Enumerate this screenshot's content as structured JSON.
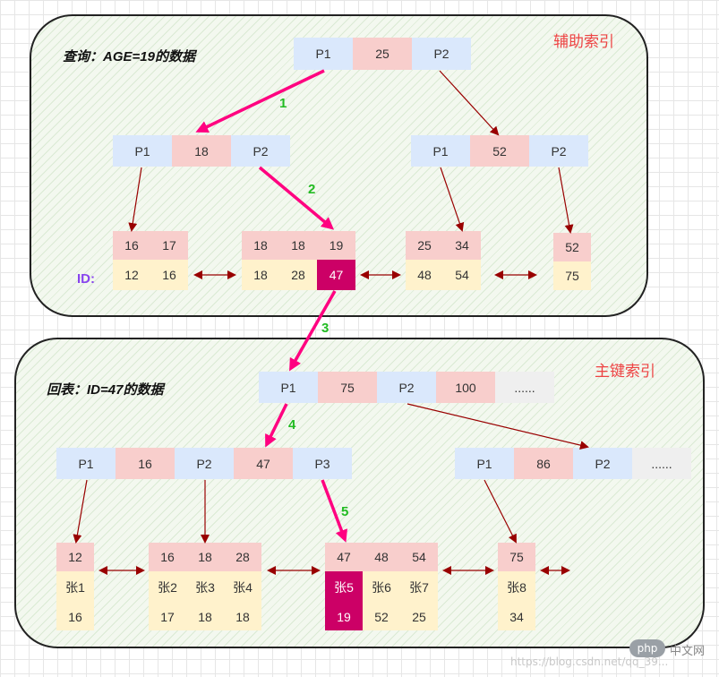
{
  "secondary": {
    "label": "辅助索引",
    "title": "查询：AGE=19的数据",
    "id_label": "ID:",
    "root": [
      "P1",
      "25",
      "P2"
    ],
    "level1_left": [
      "P1",
      "18",
      "P2"
    ],
    "level1_right": [
      "P1",
      "52",
      "P2"
    ],
    "leaves": [
      {
        "keys": [
          "16",
          "17"
        ],
        "ids": [
          "12",
          "16"
        ]
      },
      {
        "keys": [
          "18",
          "18",
          "19"
        ],
        "ids": [
          "18",
          "28",
          "47"
        ]
      },
      {
        "keys": [
          "25",
          "34"
        ],
        "ids": [
          "48",
          "54"
        ]
      },
      {
        "keys": [
          "52"
        ],
        "ids": [
          "75"
        ]
      }
    ]
  },
  "primary": {
    "label": "主键索引",
    "title": "回表：ID=47的数据",
    "root": [
      "P1",
      "75",
      "P2",
      "100",
      "......"
    ],
    "level1_left": [
      "P1",
      "16",
      "P2",
      "47",
      "P3"
    ],
    "level1_right": [
      "P1",
      "86",
      "P2",
      "......"
    ],
    "leaves": [
      {
        "keys": [
          "12"
        ],
        "names": [
          "张1"
        ],
        "ages": [
          "16"
        ]
      },
      {
        "keys": [
          "16",
          "18",
          "28"
        ],
        "names": [
          "张2",
          "张3",
          "张4"
        ],
        "ages": [
          "17",
          "18",
          "18"
        ]
      },
      {
        "keys": [
          "47",
          "48",
          "54"
        ],
        "names": [
          "张5",
          "张6",
          "张7"
        ],
        "ages": [
          "19",
          "52",
          "25"
        ]
      },
      {
        "keys": [
          "75"
        ],
        "names": [
          "张8"
        ],
        "ages": [
          "34"
        ]
      }
    ]
  },
  "steps": [
    "1",
    "2",
    "3",
    "4",
    "5"
  ],
  "watermark": {
    "logo": "php",
    "site": "中文网",
    "url": "https://blog.csdn.net/qq_39..."
  },
  "colors": {
    "pointer": "#dae8fc",
    "key": "#f8cecc",
    "value": "#fff2cc",
    "highlight": "#cc0066",
    "path_arrow": "#ff0080",
    "arrow": "#990000",
    "step_label": "#22bb22",
    "panel_label": "#ee4444",
    "id_label": "#8844ee"
  }
}
